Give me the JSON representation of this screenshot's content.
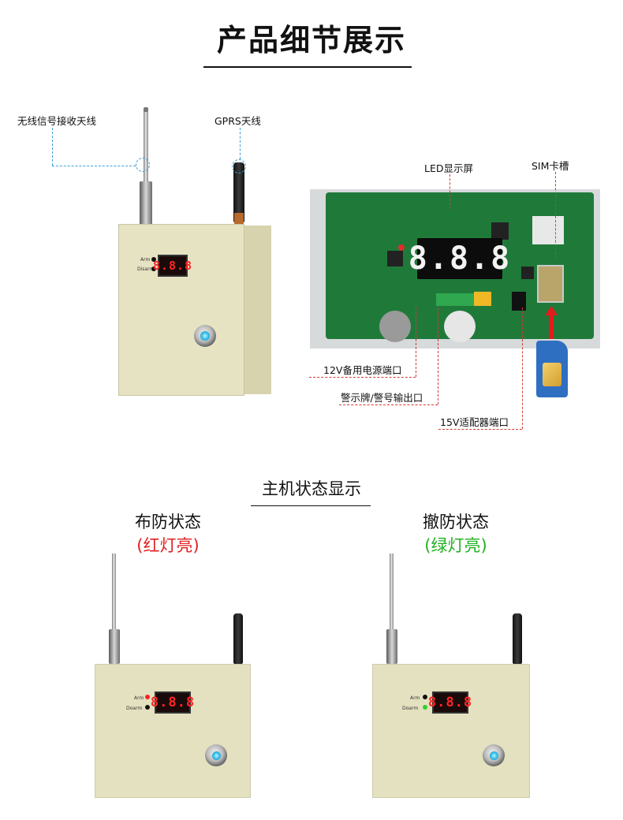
{
  "header": {
    "title": "产品细节展示"
  },
  "detail": {
    "antenna_label": "无线信号接收天线",
    "gprs_label": "GPRS天线",
    "led_label": "LED显示屏",
    "sim_label": "SIM卡槽",
    "port_12v": "12V备用电源端口",
    "port_warning": "警示牌/警号输出口",
    "port_15v": "15V适配器端口",
    "device_led_text": "8.8.8",
    "device_arm": "Arm",
    "device_disarm": "Disarm",
    "pcb_led_text": "8.8.8"
  },
  "status_section": {
    "title": "主机状态显示",
    "armed": {
      "title": "布防状态",
      "note": "(红灯亮)"
    },
    "disarmed": {
      "title": "撤防状态",
      "note": "(绿灯亮)"
    },
    "arm_label": "Arm",
    "disarm_label": "Doarm",
    "led_text": "8.8.8"
  },
  "colors": {
    "armed_note": "#e02020",
    "disarmed_note": "#22b022",
    "leader_blue": "#3aa0d8",
    "leader_red": "#d43a3a"
  }
}
